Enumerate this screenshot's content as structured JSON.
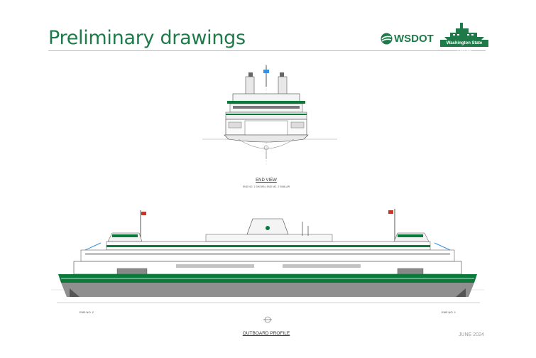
{
  "header": {
    "title": "Preliminary drawings",
    "wsdot_logo_text": "WSDOT",
    "wsf_logo_text": "Washington State Ferries"
  },
  "drawings": {
    "end_view_caption": "END VIEW",
    "end_view_note": "END NO. 1 SHOWN, END NO. 2 SIMILAR",
    "profile_caption": "OUTBOARD PROFILE",
    "end_left_label": "END NO. 2",
    "end_right_label": "END NO. 1"
  },
  "footer": {
    "date": "JUNE 2024"
  },
  "colors": {
    "brand_green": "#1f7a4a",
    "hull_green": "#0a7a3a",
    "hull_gray": "#8f8f8f",
    "accent_blue": "#3b8fd6",
    "flag_red": "#c0392b"
  }
}
